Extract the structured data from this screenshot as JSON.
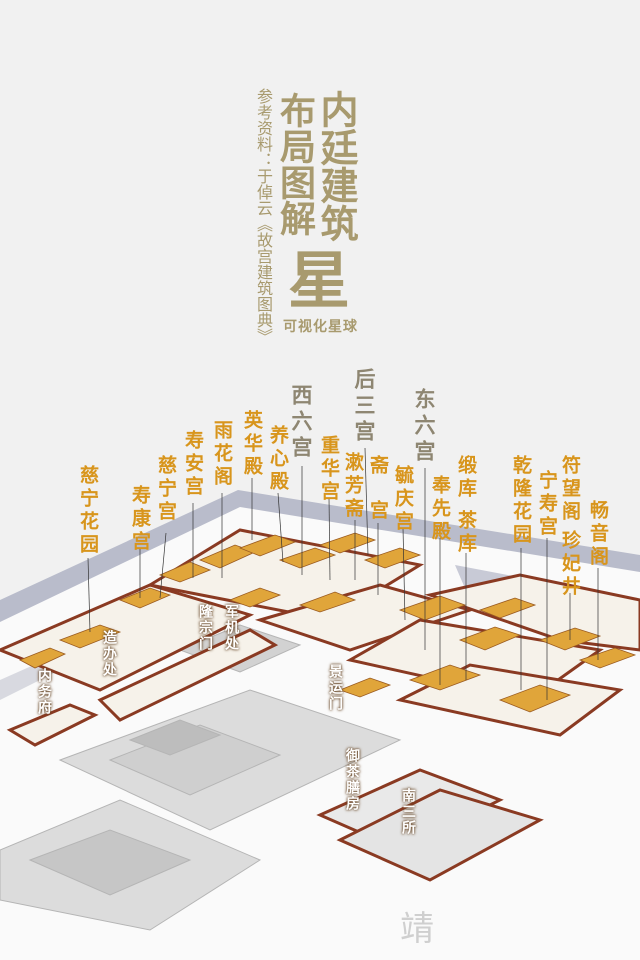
{
  "title": {
    "main": "内廷建筑",
    "sub": "布局图解",
    "logo_glyph": "星",
    "brand": "可视化星球",
    "reference": "参考资料：于倬云《故宫建筑图典》"
  },
  "colors": {
    "label": "#d8951c",
    "group": "#8e8672",
    "title": "#a89a6e",
    "roof": "#e0a53a",
    "wall": "#8a3a22"
  },
  "group_labels": [
    "西六宫",
    "后三宫",
    "东六宫"
  ],
  "building_labels": [
    "慈宁花园",
    "寿康宫",
    "慈宁宫",
    "寿安宫",
    "雨花阁",
    "英华殿",
    "养心殿",
    "重华宫",
    "漱芳斋",
    "斋宫",
    "毓庆宫",
    "奉先殿",
    "缎库",
    "茶库",
    "乾隆花园",
    "宁寿宫",
    "符望阁",
    "珍妃井",
    "畅音阁"
  ],
  "map_labels": [
    "造办处",
    "内务府",
    "隆宗门",
    "军机处",
    "景运门",
    "御茶膳房",
    "南三所"
  ]
}
